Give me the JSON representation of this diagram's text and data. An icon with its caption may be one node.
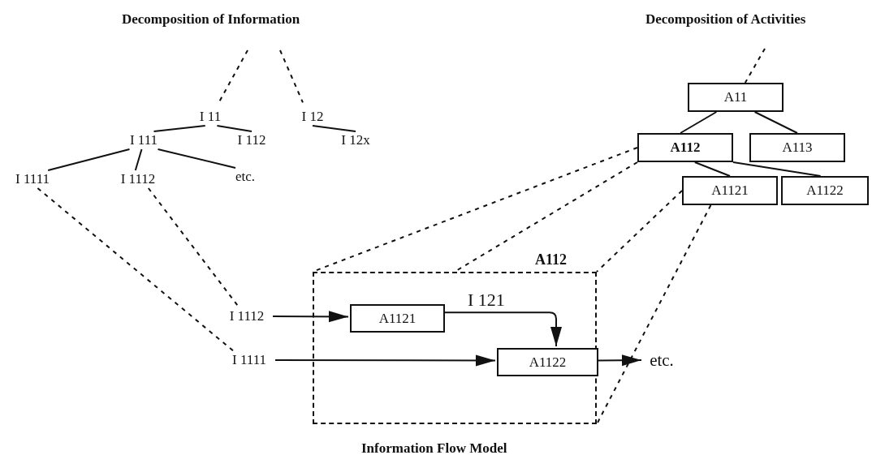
{
  "diagram": {
    "nodes": [
      {
        "text": [
          "I 11"
        ]
      },
      {
        "text": [
          "I 12"
        ]
      },
      {
        "text": [
          "I 111"
        ]
      },
      {
        "text": [
          "I 112"
        ]
      },
      {
        "text": [
          "I 12x"
        ]
      },
      {
        "text": [
          "I 1111"
        ]
      },
      {
        "text": [
          "I 1112"
        ]
      },
      {
        "text": [
          "etc."
        ]
      },
      {
        "text": [
          "A11"
        ]
      },
      {
        "text": [
          "A112"
        ]
      },
      {
        "text": [
          "A113"
        ]
      },
      {
        "text": [
          "A1121"
        ]
      },
      {
        "text": [
          "A1122"
        ]
      },
      {
        "text": [
          "A112"
        ]
      },
      {
        "text": [
          "A1121"
        ],
        "in": 13
      },
      {
        "text": [
          "A1122"
        ],
        "in": 13
      },
      {
        "text": [
          "I 1112"
        ]
      },
      {
        "text": [
          "I 1111"
        ]
      },
      {
        "text": [
          "etc."
        ]
      }
    ],
    "edges": [
      {
        "from": null,
        "to": 0,
        "arrow": "none",
        "style": "dashed"
      },
      {
        "from": null,
        "to": 1,
        "arrow": "none",
        "style": "dashed"
      },
      {
        "from": 0,
        "to": 2,
        "arrow": "none"
      },
      {
        "from": 0,
        "to": 3,
        "arrow": "none"
      },
      {
        "from": 1,
        "to": 4,
        "arrow": "none"
      },
      {
        "from": 2,
        "to": 5,
        "arrow": "none"
      },
      {
        "from": 2,
        "to": 6,
        "arrow": "none"
      },
      {
        "from": 2,
        "to": 7,
        "arrow": "none"
      },
      {
        "from": null,
        "to": 8,
        "arrow": "none",
        "style": "dashed"
      },
      {
        "from": 8,
        "to": 9,
        "arrow": "none"
      },
      {
        "from": 8,
        "to": 10,
        "arrow": "none"
      },
      {
        "from": 9,
        "to": 11,
        "arrow": "none"
      },
      {
        "from": 9,
        "to": 12,
        "arrow": "none"
      },
      {
        "from": 5,
        "to": 17,
        "arrow": "none",
        "style": "dashed"
      },
      {
        "from": 6,
        "to": 16,
        "arrow": "none",
        "style": "dashed"
      },
      {
        "from": 9,
        "to": 13,
        "arrow": "none",
        "style": "dashed"
      },
      {
        "from": 9,
        "to": 13,
        "arrow": "none",
        "style": "dashed"
      },
      {
        "from": 11,
        "to": 13,
        "arrow": "none",
        "style": "dashed"
      },
      {
        "from": 11,
        "to": 13,
        "arrow": "none",
        "style": "dashed"
      },
      {
        "from": 16,
        "to": 14,
        "arrow": "to"
      },
      {
        "from": 14,
        "to": 15,
        "arrow": "to",
        "label": "I 121"
      },
      {
        "from": 17,
        "to": 15,
        "arrow": "to"
      },
      {
        "from": 15,
        "to": 18,
        "arrow": "to"
      }
    ],
    "labels": [
      "Decomposition of Information",
      "Decomposition of Activities",
      "Information Flow Model"
    ]
  }
}
